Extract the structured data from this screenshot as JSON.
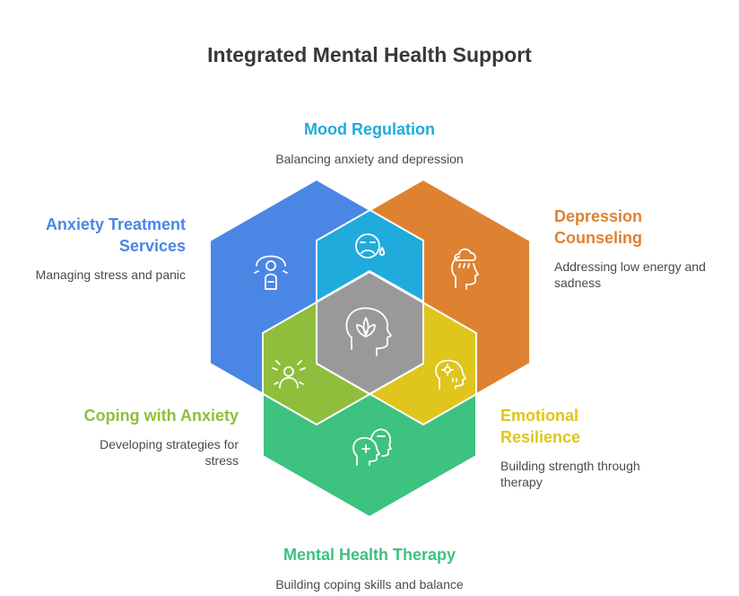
{
  "title": "Integrated Mental Health Support",
  "center": {
    "icon": "head-lotus-icon",
    "color": "#999999"
  },
  "sections": {
    "mood": {
      "title": "Mood Regulation",
      "description": "Balancing anxiety and depression",
      "color": "#1fabdc",
      "icon": "sad-face-tear-icon"
    },
    "depression": {
      "title": "Depression Counseling",
      "description": "Addressing low energy and sadness",
      "color": "#de8232",
      "icon": "head-rain-cloud-icon"
    },
    "resilience": {
      "title": "Emotional Resilience",
      "description": "Building strength through therapy",
      "color": "#dfc51c",
      "icon": "head-gear-icon"
    },
    "therapy": {
      "title": "Mental Health Therapy",
      "description": "Building coping skills and balance",
      "color": "#3dc27f",
      "icon": "two-heads-plus-minus-icon"
    },
    "coping": {
      "title": "Coping with Anxiety",
      "description": "Developing strategies for stress",
      "color": "#8fbe3c",
      "icon": "anxious-person-icon"
    },
    "anxiety": {
      "title": "Anxiety Treatment Services",
      "description": "Managing stress and panic",
      "color": "#4a86e4",
      "icon": "meditating-person-icon"
    }
  }
}
